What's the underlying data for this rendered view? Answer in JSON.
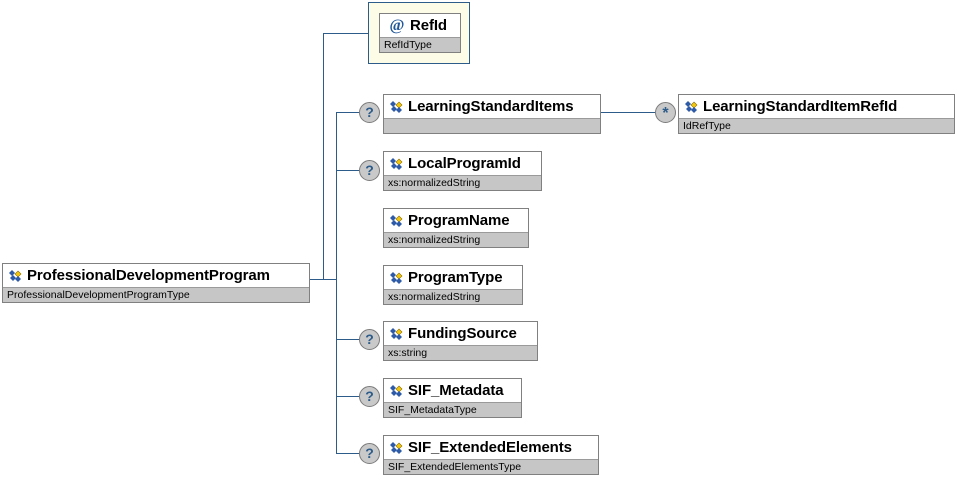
{
  "diagram": {
    "title": "ProfessionalDevelopmentProgram XSD structure",
    "type": "xml-schema-tree",
    "colors": {
      "line": "#2e5c8a",
      "node_border": "#808080",
      "type_row": "#c6c6c6",
      "attribute_group_fill": "#fdfce6",
      "marker_fill": "#c9c9c9",
      "icon_blue": "#2d5ba8",
      "icon_yellow": "#f2c80f"
    },
    "root": {
      "name": "ProfessionalDevelopmentProgram",
      "type": "ProfessionalDevelopmentProgramType",
      "icon": "element-icon",
      "marker": ""
    },
    "attribute_group": {
      "items": [
        {
          "name": "RefId",
          "type": "RefIdType",
          "icon": "attribute-icon",
          "marker": ""
        }
      ]
    },
    "children": [
      {
        "name": "LearningStandardItems",
        "type": "",
        "icon": "element-icon",
        "marker": "?",
        "marker_name": "optional-marker"
      },
      {
        "name": "LocalProgramId",
        "type": "xs:normalizedString",
        "icon": "element-icon",
        "marker": "?",
        "marker_name": "optional-marker"
      },
      {
        "name": "ProgramName",
        "type": "xs:normalizedString",
        "icon": "element-icon",
        "marker": "",
        "marker_name": ""
      },
      {
        "name": "ProgramType",
        "type": "xs:normalizedString",
        "icon": "element-icon",
        "marker": "",
        "marker_name": ""
      },
      {
        "name": "FundingSource",
        "type": "xs:string",
        "icon": "element-icon",
        "marker": "?",
        "marker_name": "optional-marker"
      },
      {
        "name": "SIF_Metadata",
        "type": "SIF_MetadataType",
        "icon": "element-icon",
        "marker": "?",
        "marker_name": "optional-marker"
      },
      {
        "name": "SIF_ExtendedElements",
        "type": "SIF_ExtendedElementsType",
        "icon": "element-icon",
        "marker": "?",
        "marker_name": "optional-marker"
      }
    ],
    "grandchildren": [
      {
        "parent": "LearningStandardItems",
        "name": "LearningStandardItemRefId",
        "type": "IdRefType",
        "icon": "element-icon",
        "marker": "*",
        "marker_name": "repeating-marker"
      }
    ]
  }
}
